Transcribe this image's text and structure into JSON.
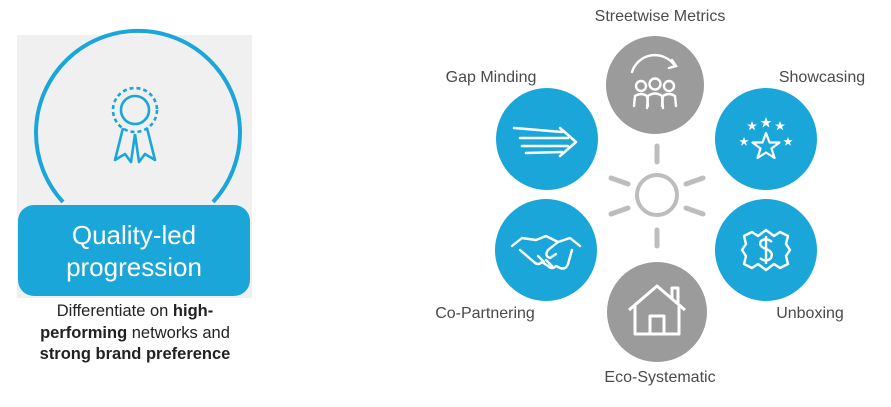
{
  "card": {
    "title_line1": "Quality-led",
    "title_line2": "progression",
    "desc": {
      "t1": "Differentiate on ",
      "b1": "high-performing",
      "t2": " networks and ",
      "b2": "strong brand preference"
    }
  },
  "hub": {
    "top": "Streetwise Metrics",
    "upper_left": "Gap Minding",
    "upper_right": "Showcasing",
    "lower_left": "Co-Partnering",
    "lower_right": "Unboxing",
    "bottom": "Eco-Systematic"
  },
  "colors": {
    "accent": "#1ba6d9",
    "grey": "#9b9b9b",
    "card_bg": "#f0f0f0"
  },
  "icons": {
    "card": "rosette-award-icon",
    "top": "group-refresh-icon",
    "upper_left": "speed-arrow-icon",
    "upper_right": "stars-icon",
    "lower_left": "handshake-icon",
    "lower_right": "money-box-icon",
    "bottom": "house-icon"
  }
}
